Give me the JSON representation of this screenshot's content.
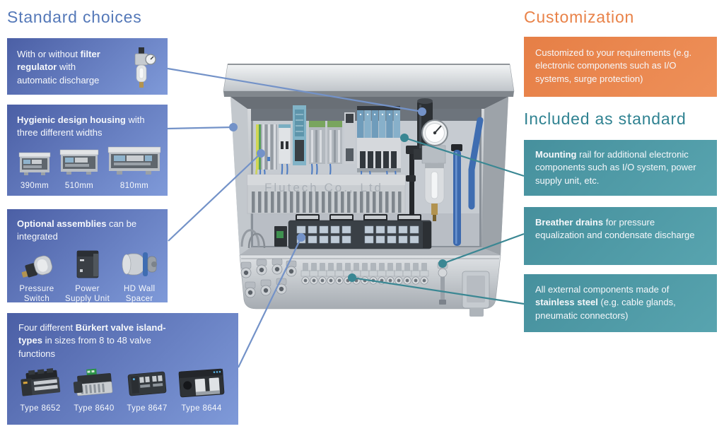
{
  "colors": {
    "blue_heading": "#5478b8",
    "orange_heading": "#e98248",
    "teal_heading": "#2f8291",
    "box_blue_a": "#4b5fa5",
    "box_blue_b": "#7f9ad9",
    "box_orange_a": "#e67f46",
    "box_orange_b": "#ee9059",
    "box_teal_a": "#46909d",
    "box_teal_b": "#58a4af",
    "line_blue": "#7392c8",
    "line_teal": "#3a8793",
    "text_white": "#f6f8fb"
  },
  "headings": {
    "standard": "Standard choices",
    "customization": "Customization",
    "included": "Included as standard"
  },
  "left_boxes": {
    "filter": {
      "pre": "With or without ",
      "bold": "filter regulator",
      "post": " with automatic discharge"
    },
    "housing": {
      "bold": "Hygienic design housing",
      "post": " with three different widths",
      "items": [
        "390mm",
        "510mm",
        "810mm"
      ]
    },
    "assemblies": {
      "bold": "Optional assemblies",
      "post": " can be integrated",
      "items": [
        [
          "Pressure",
          "Switch"
        ],
        [
          "Power",
          "Supply Unit"
        ],
        [
          "HD Wall",
          "Spacer"
        ]
      ]
    },
    "valves": {
      "pre": "Four different ",
      "bold": "Bürkert valve island-types",
      "post": " in sizes from 8 to 48 valve functions",
      "items": [
        "Type 8652",
        "Type 8640",
        "Type 8647",
        "Type 8644"
      ]
    }
  },
  "right_boxes": {
    "customization": {
      "text": "Customized to your requirements (e.g. electronic components such as I/O systems, surge protection)"
    },
    "mounting": {
      "bold": "Mounting",
      "post": " rail for additional electronic components such as I/O system, power supply unit, etc."
    },
    "breather": {
      "bold": "Breather drains",
      "post": " for pressure equalization and condensate discharge"
    },
    "steel": {
      "pre": "All external components made of ",
      "bold": "stainless steel",
      "post": " (e.g. cable glands, pneumatic connectors)"
    }
  },
  "watermark": "Flutech Co., Ltd"
}
